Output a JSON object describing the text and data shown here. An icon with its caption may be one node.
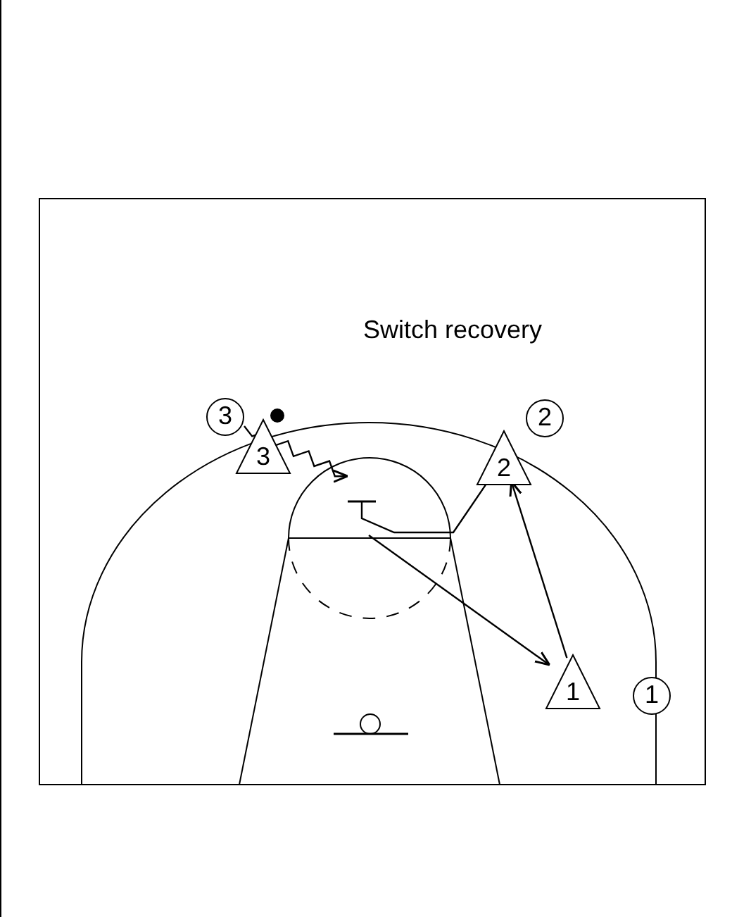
{
  "diagram": {
    "nodes": [
      {
        "text": [
          "3"
        ]
      },
      {
        "text": [
          "3"
        ]
      },
      {
        "text": [
          "2"
        ]
      },
      {
        "text": [
          "2"
        ]
      },
      {
        "text": [
          "1"
        ]
      },
      {
        "text": [
          "1"
        ]
      }
    ],
    "edges": [
      {
        "from": 0,
        "to": null,
        "arrow": "to"
      },
      {
        "from": 3,
        "to": null,
        "arrow": "other"
      },
      {
        "from": null,
        "to": 4,
        "arrow": "to"
      },
      {
        "from": 4,
        "to": 3,
        "arrow": "to"
      }
    ],
    "labels": [
      "Switch recovery"
    ]
  }
}
